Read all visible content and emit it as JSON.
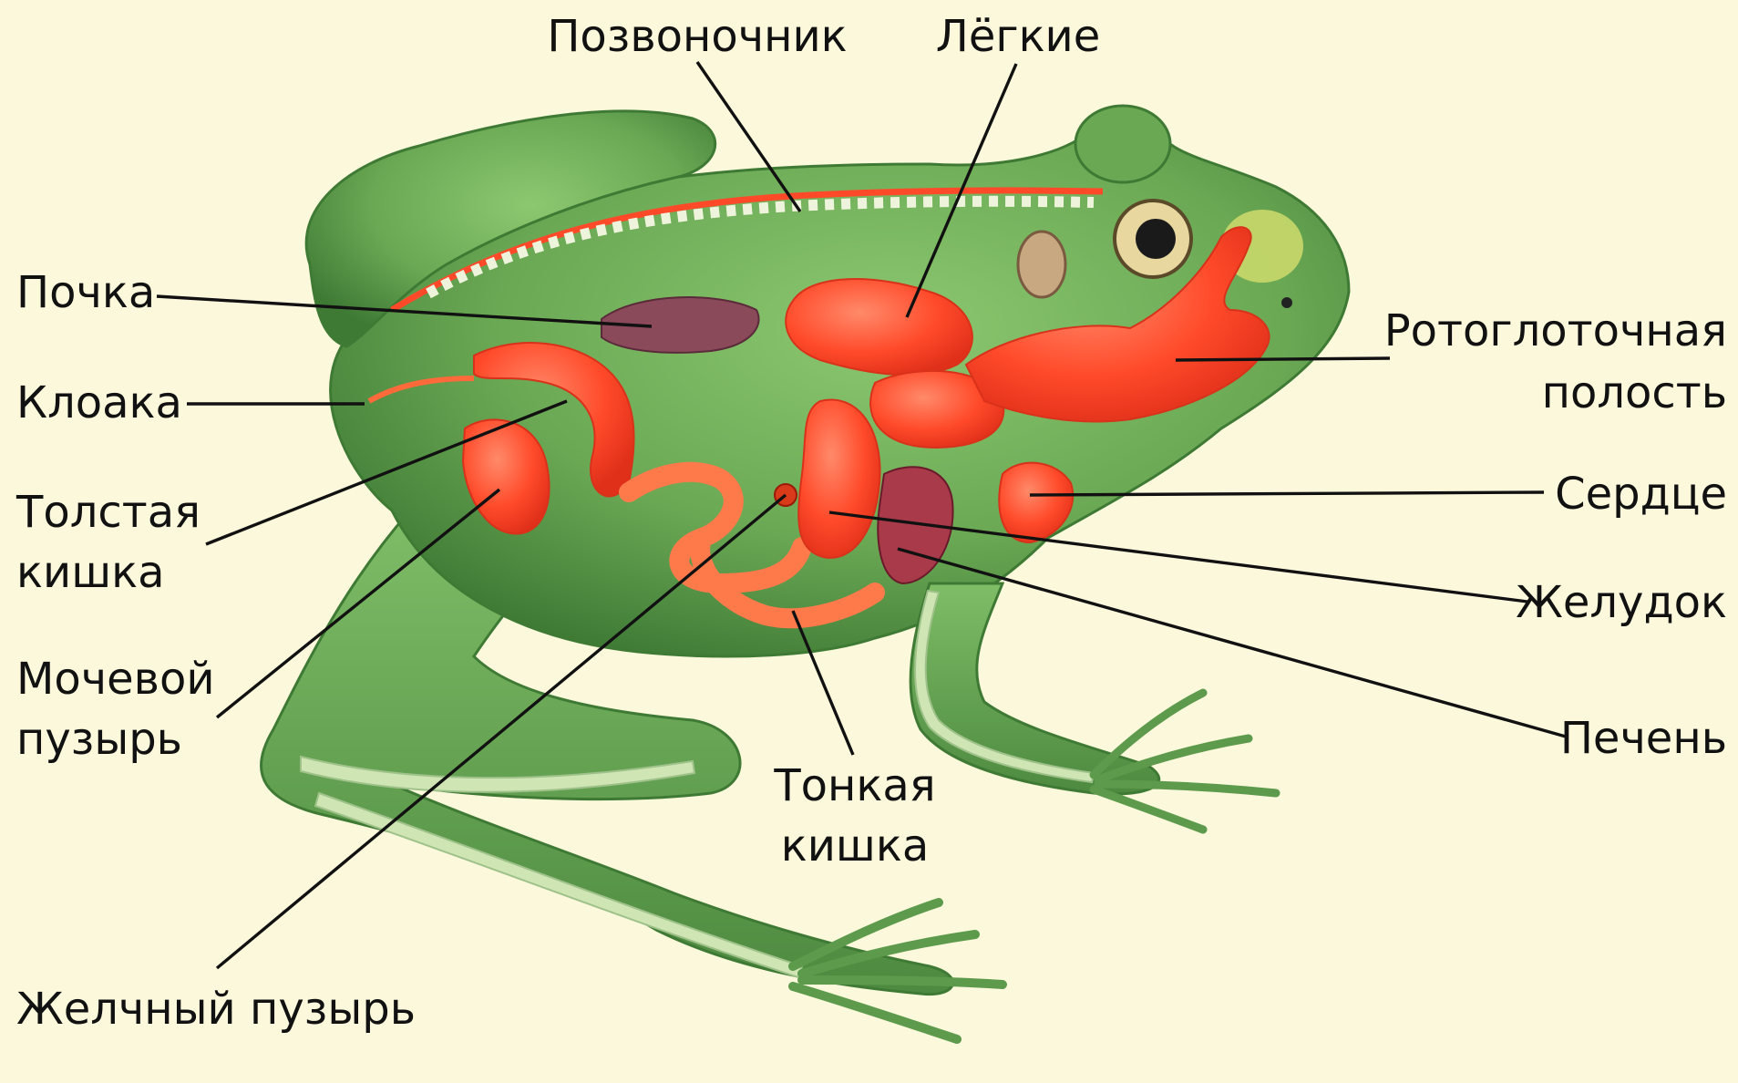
{
  "labels": {
    "spine": "Позвоночник",
    "lungs": "Лёгкие",
    "kidney": "Почка",
    "cloaca": "Клоака",
    "large_intestine_1": "Толстая",
    "large_intestine_2": "кишка",
    "bladder_1": "Мочевой",
    "bladder_2": "пузырь",
    "gallbladder": "Желчный пузырь",
    "small_intestine_1": "Тонкая",
    "small_intestine_2": "кишка",
    "oropharynx_1": "Ротоглоточная",
    "oropharynx_2": "полость",
    "heart": "Сердце",
    "stomach": "Желудок",
    "liver": "Печень"
  },
  "colors": {
    "background": "#fbf8dc",
    "skin": "#5f9d4d",
    "organs": "#ff4a2a",
    "intestine": "#ff7a4a",
    "bone": "#cfe6b4"
  }
}
